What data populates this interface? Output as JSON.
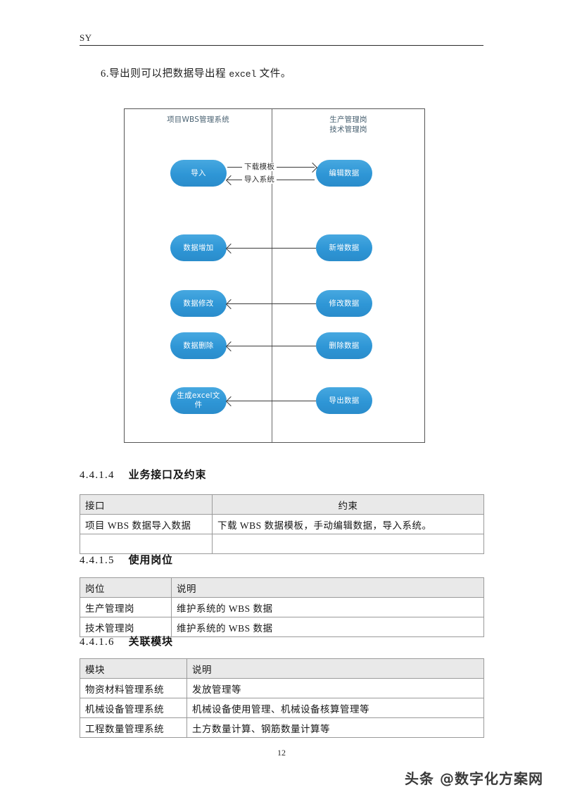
{
  "header": {
    "title": "SY"
  },
  "paragraph": {
    "prefix": "6.导出则可以把数据导出程 ",
    "mono": "excel",
    "suffix": " 文件。"
  },
  "diagram": {
    "lanes": {
      "left_title": "项目WBS管理系统",
      "right_title": "生产管理岗\n技术管理岗"
    },
    "nodes": {
      "left": [
        "导入",
        "数据增加",
        "数据修改",
        "数据删除",
        "生成excel文件"
      ],
      "right": [
        "编辑数据",
        "新增数据",
        "修改数据",
        "删除数据",
        "导出数据"
      ]
    },
    "connections": [
      {
        "label": "下载模板",
        "direction": "right"
      },
      {
        "label": "导入系统",
        "direction": "left"
      },
      {
        "label": "",
        "direction": "left"
      },
      {
        "label": "",
        "direction": "left"
      },
      {
        "label": "",
        "direction": "left"
      },
      {
        "label": "",
        "direction": "left"
      }
    ],
    "node_color": "#2e96d6"
  },
  "sections": [
    {
      "number": "4.4.1.4",
      "title": "业务接口及约束",
      "table": {
        "headers": [
          "接口",
          "约束"
        ],
        "header_align": [
          "left",
          "center"
        ],
        "rows": [
          [
            "项目 WBS 数据导入数据",
            "下载 WBS 数据模板，手动编辑数据，导入系统。"
          ],
          [
            "",
            ""
          ]
        ]
      }
    },
    {
      "number": "4.4.1.5",
      "title": "使用岗位",
      "table": {
        "headers": [
          "岗位",
          "说明"
        ],
        "header_align": [
          "left",
          "left"
        ],
        "rows": [
          [
            "生产管理岗",
            "维护系统的 WBS 数据"
          ],
          [
            "技术管理岗",
            "维护系统的 WBS 数据"
          ]
        ]
      }
    },
    {
      "number": "4.4.1.6",
      "title": "关联模块",
      "table": {
        "headers": [
          "模块",
          "说明"
        ],
        "header_align": [
          "left",
          "left"
        ],
        "rows": [
          [
            "物资材料管理系统",
            "发放管理等"
          ],
          [
            "机械设备管理系统",
            "机械设备使用管理、机械设备核算管理等"
          ],
          [
            "工程数量管理系统",
            "土方数量计算、钢筋数量计算等"
          ]
        ]
      }
    }
  ],
  "footer": {
    "page_number": "12",
    "watermark": "头条 @数字化方案网"
  }
}
